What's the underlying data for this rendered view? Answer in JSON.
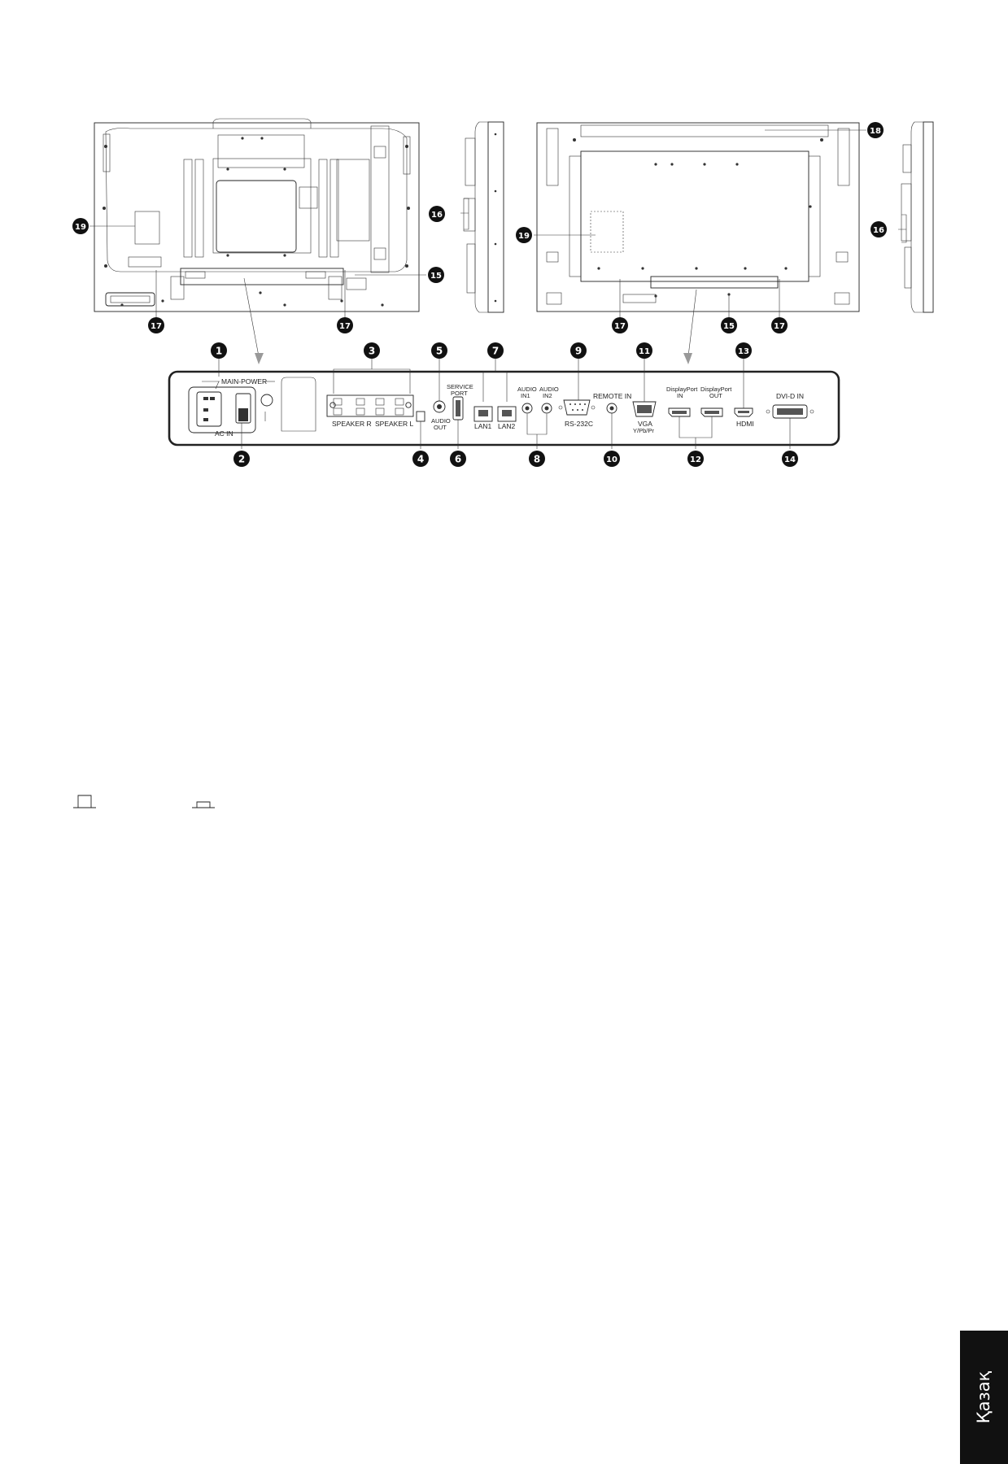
{
  "panel_labels": {
    "main_power": "MAIN-POWER",
    "ac_in": "AC IN",
    "speaker_r": "SPEAKER R",
    "speaker_l": "SPEAKER L",
    "audio_out_1": "AUDIO",
    "audio_out_2": "OUT",
    "service_port_1": "SERVICE",
    "service_port_2": "PORT",
    "lan1": "LAN1",
    "lan2": "LAN2",
    "audio_in1_1": "AUDIO",
    "audio_in1_2": "IN1",
    "audio_in2_1": "AUDIO",
    "audio_in2_2": "IN2",
    "rs232c": "RS-232C",
    "remote_in": "REMOTE IN",
    "vga_1": "VGA",
    "vga_2": "Y/Pb/Pr",
    "dp_in_1": "DisplayPort",
    "dp_in_2": "IN",
    "dp_out_1": "DisplayPort",
    "dp_out_2": "OUT",
    "hdmi": "HDMI",
    "dvi_in": "DVI-D IN"
  },
  "callouts": {
    "c1": "1",
    "c2": "2",
    "c3": "3",
    "c4": "4",
    "c5": "5",
    "c6": "6",
    "c7": "7",
    "c8": "8",
    "c9": "9",
    "c10": "10",
    "c11": "11",
    "c12": "12",
    "c13": "13",
    "c14": "14",
    "c15": "15",
    "c16": "16",
    "c17": "17",
    "c18": "18",
    "c19": "19"
  },
  "language_tab": "Қазақ"
}
